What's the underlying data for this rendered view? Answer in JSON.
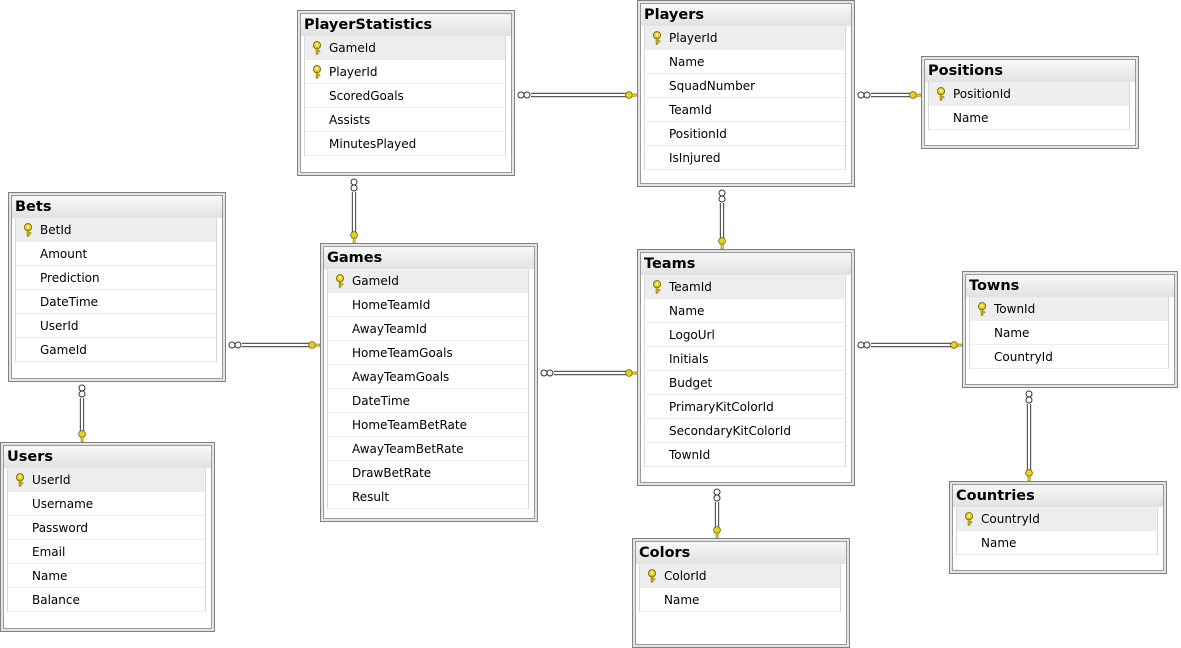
{
  "tables": [
    {
      "id": "PlayerStatistics",
      "title": "PlayerStatistics",
      "columns": [
        {
          "name": "GameId",
          "pk": true
        },
        {
          "name": "PlayerId",
          "pk": true
        },
        {
          "name": "ScoredGoals"
        },
        {
          "name": "Assists"
        },
        {
          "name": "MinutesPlayed"
        }
      ]
    },
    {
      "id": "Players",
      "title": "Players",
      "columns": [
        {
          "name": "PlayerId",
          "pk": true
        },
        {
          "name": "Name"
        },
        {
          "name": "SquadNumber"
        },
        {
          "name": "TeamId"
        },
        {
          "name": "PositionId"
        },
        {
          "name": "IsInjured"
        }
      ]
    },
    {
      "id": "Positions",
      "title": "Positions",
      "columns": [
        {
          "name": "PositionId",
          "pk": true
        },
        {
          "name": "Name"
        }
      ]
    },
    {
      "id": "Bets",
      "title": "Bets",
      "columns": [
        {
          "name": "BetId",
          "pk": true
        },
        {
          "name": "Amount"
        },
        {
          "name": "Prediction"
        },
        {
          "name": "DateTime"
        },
        {
          "name": "UserId"
        },
        {
          "name": "GameId"
        }
      ]
    },
    {
      "id": "Games",
      "title": "Games",
      "columns": [
        {
          "name": "GameId",
          "pk": true
        },
        {
          "name": "HomeTeamId"
        },
        {
          "name": "AwayTeamId"
        },
        {
          "name": "HomeTeamGoals"
        },
        {
          "name": "AwayTeamGoals"
        },
        {
          "name": "DateTime"
        },
        {
          "name": "HomeTeamBetRate"
        },
        {
          "name": "AwayTeamBetRate"
        },
        {
          "name": "DrawBetRate"
        },
        {
          "name": "Result"
        }
      ]
    },
    {
      "id": "Teams",
      "title": "Teams",
      "columns": [
        {
          "name": "TeamId",
          "pk": true
        },
        {
          "name": "Name"
        },
        {
          "name": "LogoUrl"
        },
        {
          "name": "Initials"
        },
        {
          "name": "Budget"
        },
        {
          "name": "PrimaryKitColorId"
        },
        {
          "name": "SecondaryKitColorId"
        },
        {
          "name": "TownId"
        }
      ]
    },
    {
      "id": "Towns",
      "title": "Towns",
      "columns": [
        {
          "name": "TownId",
          "pk": true
        },
        {
          "name": "Name"
        },
        {
          "name": "CountryId"
        }
      ]
    },
    {
      "id": "Users",
      "title": "Users",
      "columns": [
        {
          "name": "UserId",
          "pk": true
        },
        {
          "name": "Username"
        },
        {
          "name": "Password"
        },
        {
          "name": "Email"
        },
        {
          "name": "Name"
        },
        {
          "name": "Balance"
        }
      ]
    },
    {
      "id": "Colors",
      "title": "Colors",
      "columns": [
        {
          "name": "ColorId",
          "pk": true
        },
        {
          "name": "Name"
        }
      ]
    },
    {
      "id": "Countries",
      "title": "Countries",
      "columns": [
        {
          "name": "CountryId",
          "pk": true
        },
        {
          "name": "Name"
        }
      ]
    }
  ],
  "relationships": [
    {
      "many": "PlayerStatistics",
      "one": "Players"
    },
    {
      "many": "Players",
      "one": "Positions"
    },
    {
      "many": "PlayerStatistics",
      "one": "Games"
    },
    {
      "many": "Players",
      "one": "Teams"
    },
    {
      "many": "Bets",
      "one": "Games"
    },
    {
      "many": "Games",
      "one": "Teams"
    },
    {
      "many": "Teams",
      "one": "Towns"
    },
    {
      "many": "Bets",
      "one": "Users"
    },
    {
      "many": "Teams",
      "one": "Colors"
    },
    {
      "many": "Towns",
      "one": "Countries"
    }
  ],
  "colors": {
    "key": "#e8d21c",
    "line": "#606060",
    "border": "#808080"
  }
}
